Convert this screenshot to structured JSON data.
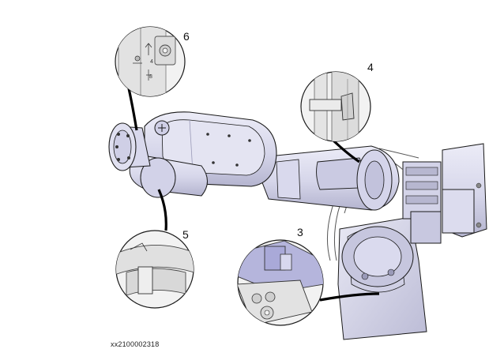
{
  "figure": {
    "id": "xx2100002318",
    "callouts": [
      {
        "key": "c6",
        "label": "6"
      },
      {
        "key": "c4",
        "label": "4"
      },
      {
        "key": "c5",
        "label": "5"
      },
      {
        "key": "c3",
        "label": "3"
      }
    ],
    "detail_scale_marks": [
      "4",
      "8"
    ]
  },
  "colors": {
    "robot_fill": "#dcdcee",
    "robot_shade": "#b9b9d2",
    "outline": "#1a1a1a",
    "leader": "#000000",
    "detail_bg": "#f2f2f2",
    "detail_highlight": "#a9a9d8"
  }
}
